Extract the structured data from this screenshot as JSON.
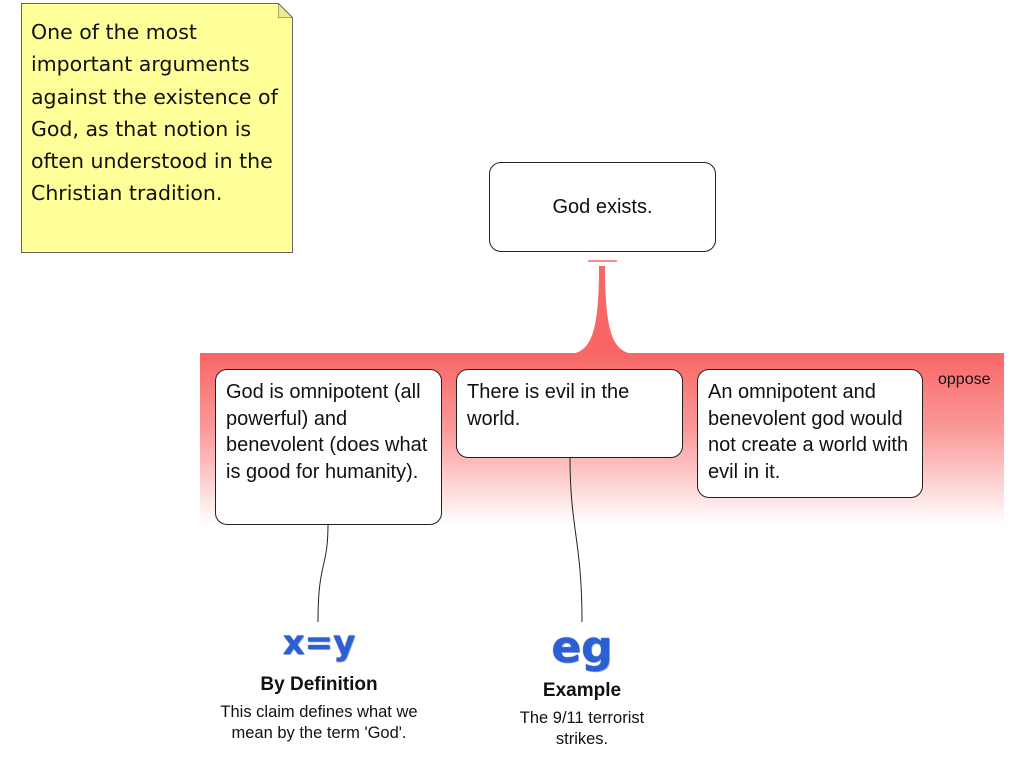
{
  "note": {
    "text": "One of the most important arguments against the existence of God, as that notion is often understood in the Christian tradition."
  },
  "claim": {
    "text": "God exists."
  },
  "objection": {
    "label": "oppose",
    "premises": [
      {
        "text": "God is omnipotent (all powerful) and benevolent (does what is good for humanity)."
      },
      {
        "text": "There is evil in the world."
      },
      {
        "text": "An omnipotent and benevolent god would not create a world with evil in it."
      }
    ]
  },
  "bases": [
    {
      "icon_text": "x=y",
      "icon": "definition-icon",
      "title": "By Definition",
      "description": "This claim defines what we mean by the term 'God'."
    },
    {
      "icon_text": "eg",
      "icon": "example-icon",
      "title": "Example",
      "description": "The 9/11 terrorist strikes."
    }
  ],
  "colors": {
    "oppose": "#f86666",
    "note": "#ffff99"
  }
}
